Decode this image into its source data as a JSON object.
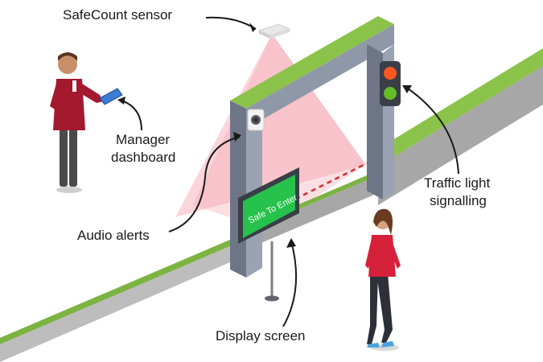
{
  "labels": {
    "sensor": "SafeCount sensor",
    "manager_line1": "Manager",
    "manager_line2": "dashboard",
    "audio": "Audio alerts",
    "traffic_line1": "Traffic light",
    "traffic_line2": "signalling",
    "display": "Display screen"
  },
  "screen": {
    "text": "Safe To Enter"
  },
  "colors": {
    "wall_top": "#7cb342",
    "wall_front": "#9e9e9e",
    "wall_side": "#b5b5b5",
    "frame_front": "#8f98a8",
    "frame_side": "#6d7586",
    "frame_top": "#8bc34a",
    "sensor_beam": "#f7b3bd",
    "sign_green": "#27c24c",
    "light_red": "#ff5722",
    "light_green": "#66bb28",
    "shirt_red": "#d6213a",
    "uniform_maroon": "#a3192e",
    "laser": "#d32f2f"
  },
  "icons": [
    "sensor-device-icon",
    "audio-speaker-icon",
    "traffic-light-icon",
    "tablet-icon"
  ]
}
